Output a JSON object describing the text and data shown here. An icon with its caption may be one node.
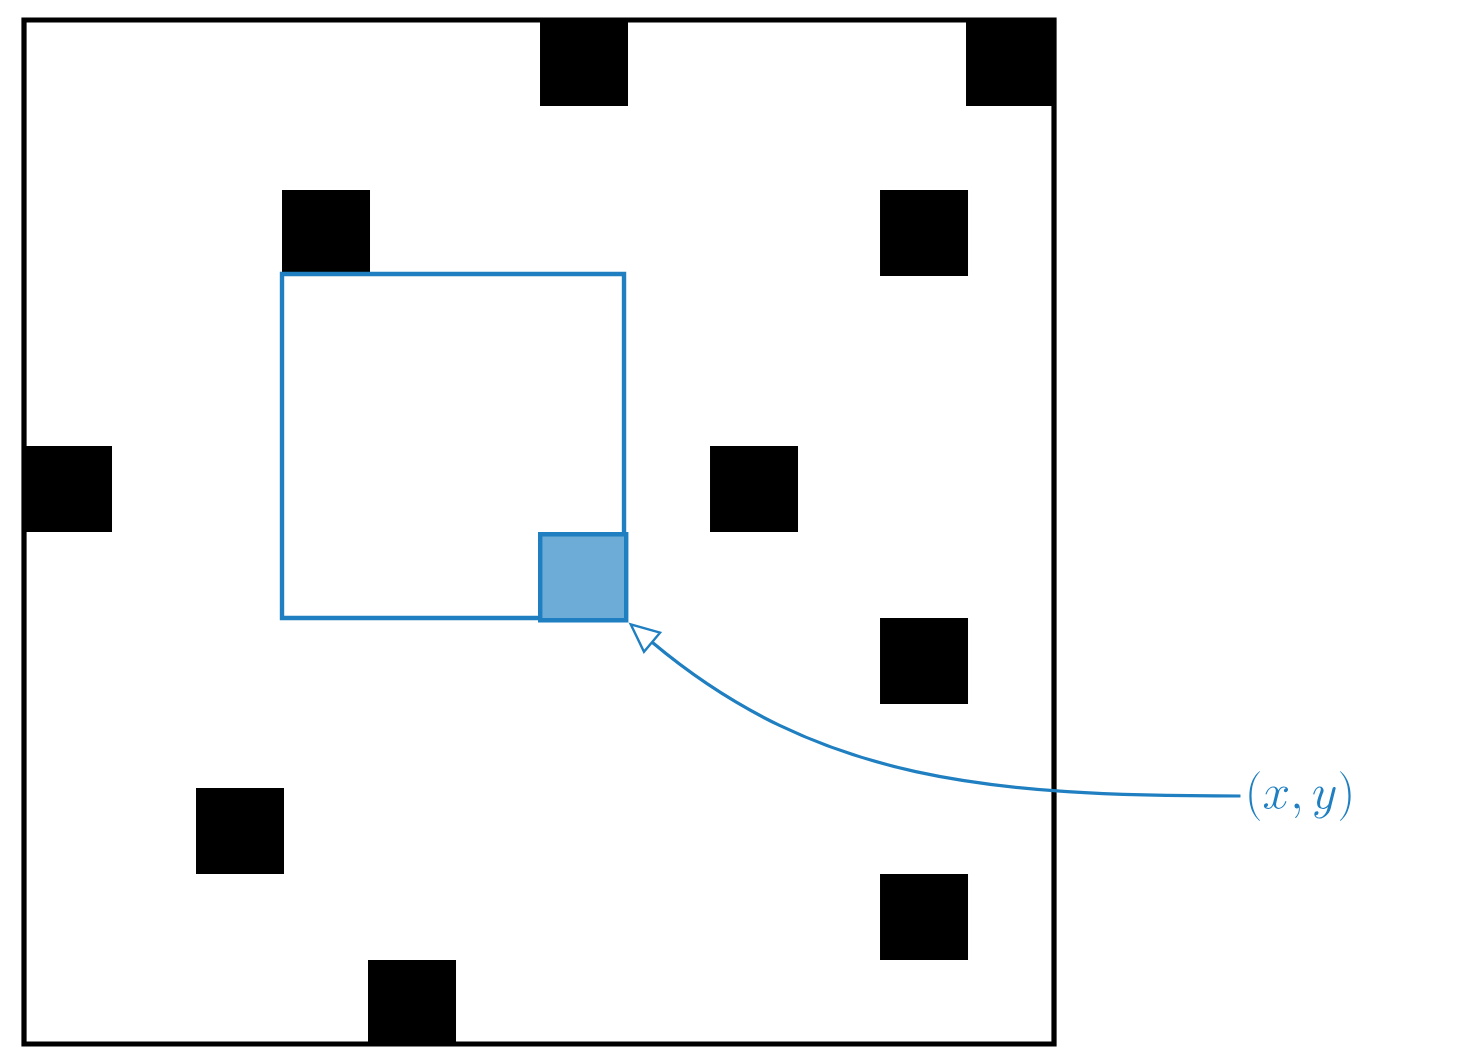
{
  "diagram": {
    "nodes": [
      {
        "text": [],
        "shape": "box"
      },
      {
        "text": [],
        "shape": "box",
        "in": 0
      },
      {
        "text": [
          "(x, y)"
        ]
      }
    ],
    "edges": [
      {
        "from": 2,
        "to": 1,
        "arrow": "to",
        "color": "#1f7fc0"
      }
    ]
  }
}
